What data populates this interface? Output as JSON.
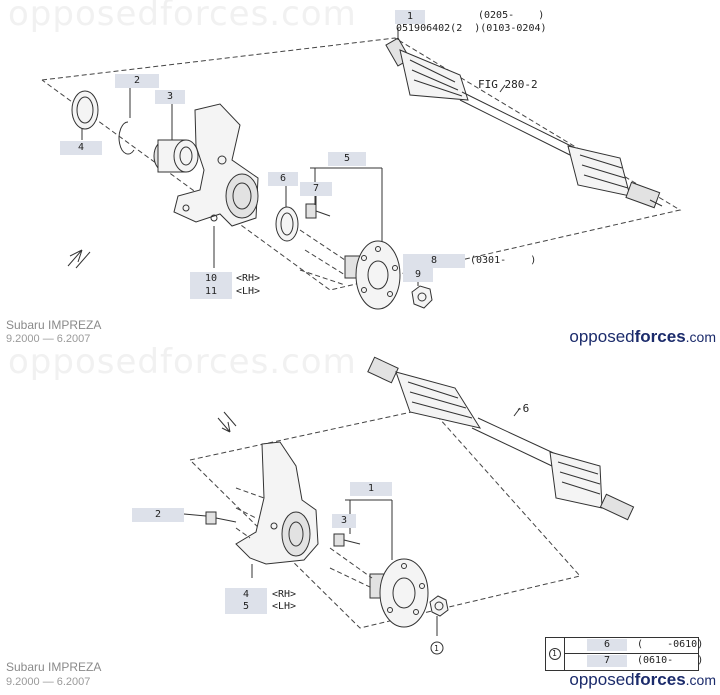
{
  "top": {
    "watermark": "opposedforces.com",
    "header_code": "051906402(2  )(0103-0204)",
    "fig_ref": "FIG 280-2",
    "labels": {
      "p1": "1",
      "p1_note": "(0205-    )",
      "p2": "2",
      "p3": "3",
      "p4": "4",
      "p5": "5",
      "p6": "6",
      "p7": "7",
      "p8": "8",
      "p8_note": "(0301-    )",
      "p9": "9",
      "p10": "10",
      "p10_note": "<RH>",
      "p11": "11",
      "p11_note": "<LH>"
    },
    "footer": {
      "model": "Subaru IMPREZA",
      "range": "9.2000 — 6.2007"
    },
    "brand": {
      "a": "opposed",
      "b": "forces",
      "c": ".com"
    }
  },
  "bottom": {
    "watermark": "opposedforces.com",
    "shaft_ref": "-6",
    "labels": {
      "p1": "1",
      "p2": "2",
      "p3": "3",
      "p4": "4",
      "p4_note": "<RH>",
      "p5": "5",
      "p5_note": "<LH>",
      "circle1": "1"
    },
    "legend": {
      "symbol": "1",
      "rows": [
        {
          "part": "6",
          "note": "(    -0610)"
        },
        {
          "part": "7",
          "note": "(0610-    )"
        }
      ]
    },
    "footer": {
      "model": "Subaru IMPREZA",
      "range": "9.2000 — 6.2007"
    },
    "brand": {
      "a": "opposed",
      "b": "forces",
      "c": ".com"
    }
  }
}
